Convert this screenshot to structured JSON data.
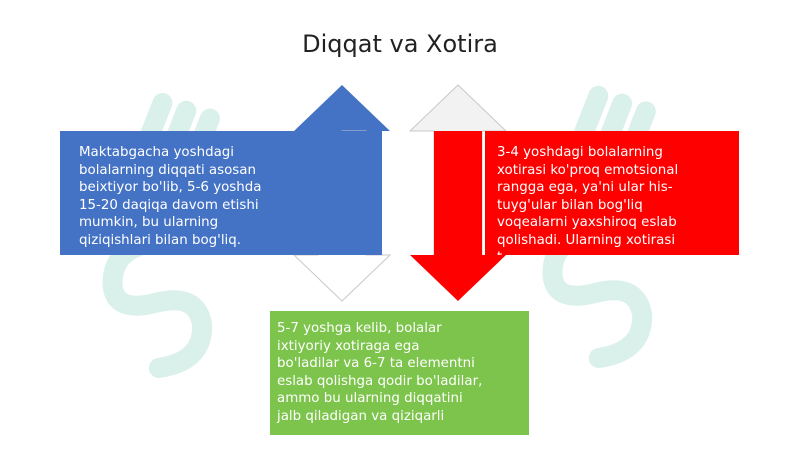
{
  "title": "Diqqat va Xotira",
  "colors": {
    "blue": "#4472c4",
    "red": "#ff0000",
    "green": "#7cc44b",
    "white_arrow_fill": "#ffffff",
    "white_arrow_stroke": "#c9c9c9",
    "watermark": "#d6efe9"
  },
  "watermark": {
    "description": "faint stylized S-logo watermark (left and right), drawn as a picture"
  },
  "boxes": {
    "blue": {
      "lines": [
        "Maktabgacha yoshdagi",
        "bolalarning diqqati asosan",
        "beixtiyor bo'lib, 5-6 yoshda",
        "15-20 daqiqa davom etishi",
        "mumkin, bu ularning",
        "qiziqishlari bilan bog'liq."
      ]
    },
    "red": {
      "lines": [
        "3-4 yoshdagi bolalarning",
        "xotirasi ko'proq emotsional",
        "rangga ega, ya'ni ular his-",
        "tuyg'ular bilan bog'liq",
        "voqealarni yaxshiroq eslab",
        "qolishadi. Ularning xotirasi",
        "t"
      ]
    },
    "green": {
      "lines": [
        "5-7 yoshga kelib, bolalar",
        "ixtiyoriy xotiraga ega",
        "bo'ladilar va 6-7 ta elementni",
        "eslab qolishga qodir bo'ladilar,",
        "ammo bu ularning diqqatini",
        "jalb qiladigan va qiziqarli"
      ]
    }
  }
}
